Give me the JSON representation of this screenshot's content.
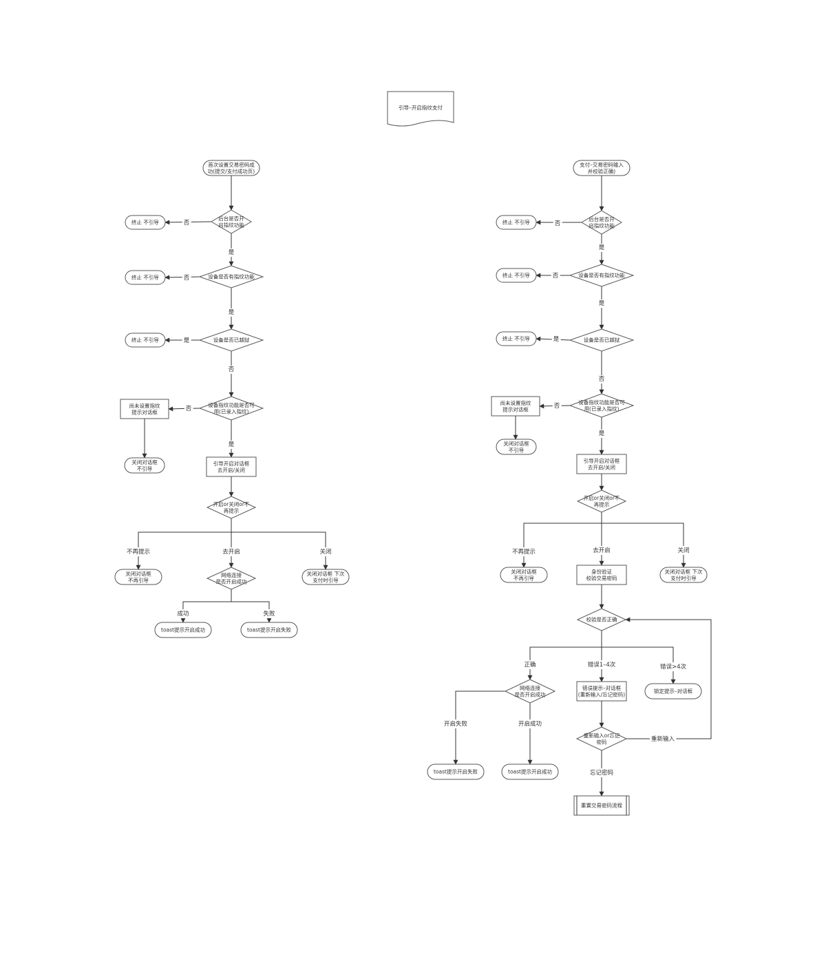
{
  "title": "引导–开启指纹支付",
  "left_flow": {
    "start": [
      "首次设置交易密码成",
      "功(提交/支付成功页)"
    ],
    "d_backend": [
      "后台是否开",
      "启指纹功能"
    ],
    "end_backend_no": [
      "终止  不引导"
    ],
    "d_device": [
      "设备是否有指纹功能"
    ],
    "end_device_no": [
      "终止  不引导"
    ],
    "d_jailbreak": [
      "设备是否已越狱"
    ],
    "end_jailbreak_yes": [
      "终止  不引导"
    ],
    "d_usable": [
      "设备指纹功能是否可",
      "用(已录入指纹)"
    ],
    "p_not_set": [
      "尚未设置指纹",
      "提示对话框"
    ],
    "end_not_set": [
      "关闭对话框",
      "不引导"
    ],
    "p_guide": [
      "引导开启对话框",
      "去开启/关闭"
    ],
    "d_choice": [
      "开启or关闭or不",
      "再提示"
    ],
    "end_no_more": [
      "关闭对话框",
      "不再引导"
    ],
    "d_network": [
      "网络连接",
      "是否开启成功"
    ],
    "end_close": [
      "关闭对话框  下次",
      "支付时引导"
    ],
    "end_toast_ok": [
      "toast提示开启成功"
    ],
    "end_toast_fail": [
      "toast提示开启失败"
    ]
  },
  "right_flow": {
    "start": [
      "支付–交易密码输入",
      "并校验正确)"
    ],
    "d_backend": [
      "后台是否开",
      "启指纹功能"
    ],
    "end_backend_no": [
      "终止  不引导"
    ],
    "d_device": [
      "设备是否有指纹功能"
    ],
    "end_device_no": [
      "终止  不引导"
    ],
    "d_jailbreak": [
      "设备是否已越狱"
    ],
    "end_jailbreak_yes": [
      "终止  不引导"
    ],
    "d_usable": [
      "设备指纹功能是否可",
      "用(已录入指纹)"
    ],
    "p_not_set": [
      "尚未设置指纹",
      "提示对话框"
    ],
    "end_not_set": [
      "关闭对话框",
      "不引导"
    ],
    "p_guide": [
      "引导开启对话框",
      "去开启/关闭"
    ],
    "d_choice": [
      "开启or关闭or不",
      "再提示"
    ],
    "end_no_more": [
      "关闭对话框",
      "不再引导"
    ],
    "p_auth": [
      "身份验证",
      "校验交易密码"
    ],
    "end_close": [
      "关闭对话框  下次",
      "支付时引导"
    ],
    "d_verify": [
      "校验是否正确"
    ],
    "d_network": [
      "网络连接",
      "是否开启成功"
    ],
    "p_error_tip": [
      "错误提示–对话框",
      "(重新输入/忘记密码)"
    ],
    "end_locked": [
      "锁定提示–对话框"
    ],
    "d_reenter": [
      "重新输入or忘记",
      "密码"
    ],
    "end_toast_fail": [
      "toast提示开启失败"
    ],
    "end_toast_ok": [
      "toast提示开启成功"
    ],
    "sub_reset": [
      "重置交易密码流程"
    ]
  },
  "edge_labels": {
    "no": "否",
    "yes": "是",
    "no_more_tip": "不再提示",
    "go_enable": "去开启",
    "close": "关闭",
    "success": "成功",
    "fail": "失败",
    "correct": "正确",
    "wrong_1_4": "错误1–4次",
    "wrong_gt4": "错误>4次",
    "enable_fail": "开启失败",
    "enable_success": "开启成功",
    "reenter": "重新输入",
    "forgot_password": "忘记密码"
  },
  "colors": {
    "stroke": "#555555",
    "fill": "#ffffff",
    "text": "#333333",
    "edge": "#333333"
  }
}
